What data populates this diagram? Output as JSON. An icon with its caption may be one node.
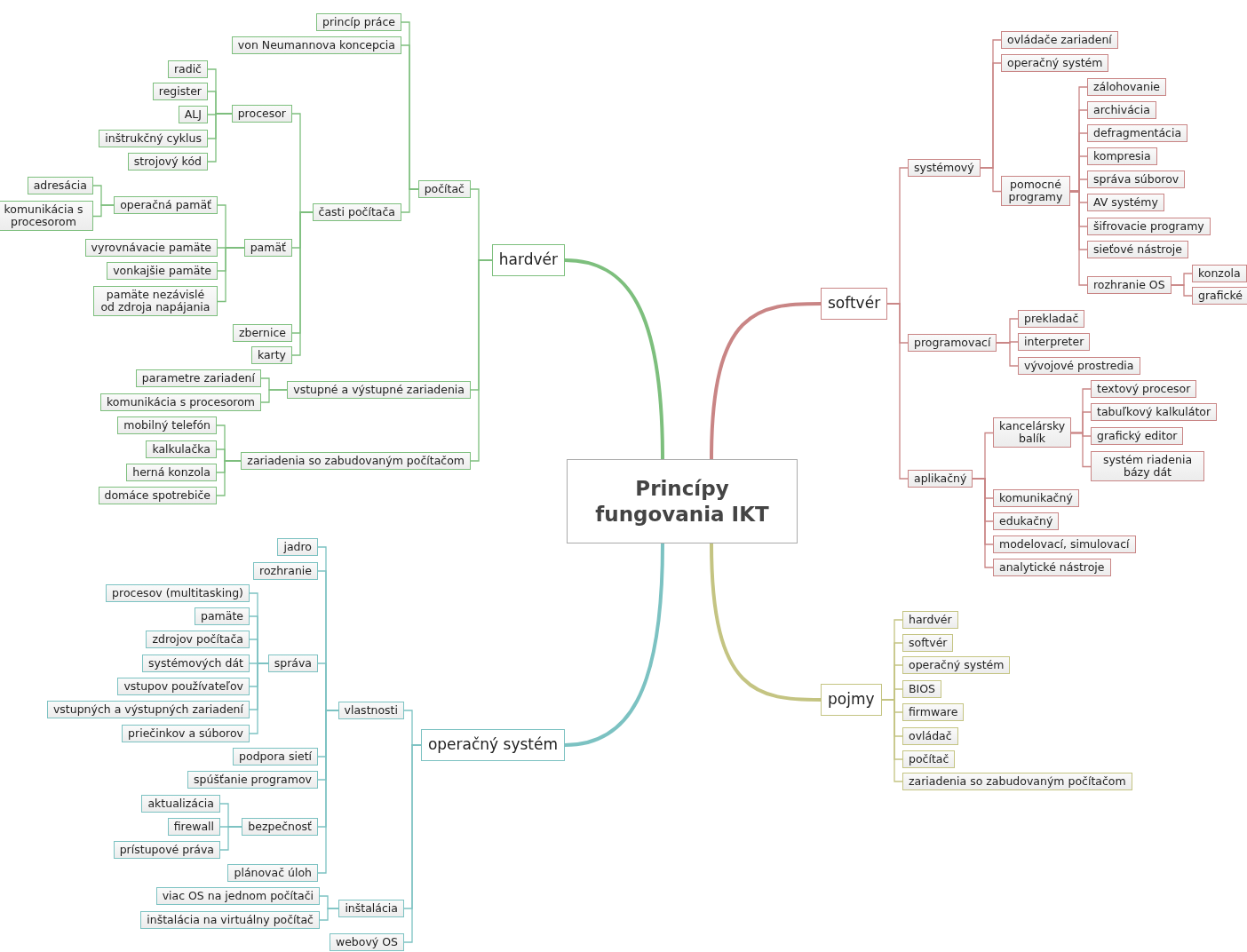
{
  "diagram": {
    "nodes": [
      {
        "text": [
          "Princípy fungovania IKT"
        ]
      },
      {
        "text": [
          "hardvér"
        ]
      },
      {
        "text": [
          "počítač"
        ]
      },
      {
        "text": [
          "princíp práce"
        ]
      },
      {
        "text": [
          "von Neumannova koncepcia"
        ]
      },
      {
        "text": [
          "časti počítača"
        ]
      },
      {
        "text": [
          "procesor"
        ]
      },
      {
        "text": [
          "radič"
        ]
      },
      {
        "text": [
          "register"
        ]
      },
      {
        "text": [
          "ALJ"
        ]
      },
      {
        "text": [
          "inštrukčný cyklus"
        ]
      },
      {
        "text": [
          "strojový kód"
        ]
      },
      {
        "text": [
          "pamäť"
        ]
      },
      {
        "text": [
          "operačná pamäť"
        ]
      },
      {
        "text": [
          "adresácia"
        ]
      },
      {
        "text": [
          "komunikácia s procesorom"
        ]
      },
      {
        "text": [
          "vyrovnávacie pamäte"
        ]
      },
      {
        "text": [
          "vonkajšie pamäte"
        ]
      },
      {
        "text": [
          "pamäte nezávislé od zdroja napájania"
        ]
      },
      {
        "text": [
          "zbernice"
        ]
      },
      {
        "text": [
          "karty"
        ]
      },
      {
        "text": [
          "vstupné a výstupné zariadenia"
        ]
      },
      {
        "text": [
          "parametre zariadení"
        ]
      },
      {
        "text": [
          "komunikácia s procesorom"
        ]
      },
      {
        "text": [
          "zariadenia so zabudovaným počítačom"
        ]
      },
      {
        "text": [
          "mobilný telefón"
        ]
      },
      {
        "text": [
          "kalkulačka"
        ]
      },
      {
        "text": [
          "herná konzola"
        ]
      },
      {
        "text": [
          "domáce spotrebiče"
        ]
      },
      {
        "text": [
          "softvér"
        ]
      },
      {
        "text": [
          "systémový"
        ]
      },
      {
        "text": [
          "ovládače zariadení"
        ]
      },
      {
        "text": [
          "operačný systém"
        ]
      },
      {
        "text": [
          "pomocné programy"
        ]
      },
      {
        "text": [
          "zálohovanie"
        ]
      },
      {
        "text": [
          "archivácia"
        ]
      },
      {
        "text": [
          "defragmentácia"
        ]
      },
      {
        "text": [
          "kompresia"
        ]
      },
      {
        "text": [
          "správa súborov"
        ]
      },
      {
        "text": [
          "AV systémy"
        ]
      },
      {
        "text": [
          "šifrovacie programy"
        ]
      },
      {
        "text": [
          "sieťové nástroje"
        ]
      },
      {
        "text": [
          "rozhranie OS"
        ]
      },
      {
        "text": [
          "konzola"
        ]
      },
      {
        "text": [
          "grafické"
        ]
      },
      {
        "text": [
          "programovací"
        ]
      },
      {
        "text": [
          "prekladač"
        ]
      },
      {
        "text": [
          "interpreter"
        ]
      },
      {
        "text": [
          "vývojové prostredia"
        ]
      },
      {
        "text": [
          "aplikačný"
        ]
      },
      {
        "text": [
          "kancelársky balík"
        ]
      },
      {
        "text": [
          "textový procesor"
        ]
      },
      {
        "text": [
          "tabuľkový kalkulátor"
        ]
      },
      {
        "text": [
          "grafický editor"
        ]
      },
      {
        "text": [
          "systém riadenia bázy dát"
        ]
      },
      {
        "text": [
          "komunikačný"
        ]
      },
      {
        "text": [
          "edukačný"
        ]
      },
      {
        "text": [
          "modelovací, simulovací"
        ]
      },
      {
        "text": [
          "analytické nástroje"
        ]
      },
      {
        "text": [
          "operačný systém"
        ]
      },
      {
        "text": [
          "vlastnosti"
        ]
      },
      {
        "text": [
          "jadro"
        ]
      },
      {
        "text": [
          "rozhranie"
        ]
      },
      {
        "text": [
          "správa"
        ]
      },
      {
        "text": [
          "procesov (multitasking)"
        ]
      },
      {
        "text": [
          "pamäte"
        ]
      },
      {
        "text": [
          "zdrojov počítača"
        ]
      },
      {
        "text": [
          "systémových dát"
        ]
      },
      {
        "text": [
          "vstupov používateľov"
        ]
      },
      {
        "text": [
          "vstupných a výstupných zariadení"
        ]
      },
      {
        "text": [
          "priečinkov a súborov"
        ]
      },
      {
        "text": [
          "podpora sietí"
        ]
      },
      {
        "text": [
          "spúšťanie programov"
        ]
      },
      {
        "text": [
          "bezpečnosť"
        ]
      },
      {
        "text": [
          "aktualizácia"
        ]
      },
      {
        "text": [
          "firewall"
        ]
      },
      {
        "text": [
          "prístupové práva"
        ]
      },
      {
        "text": [
          "plánovač úloh"
        ]
      },
      {
        "text": [
          "inštalácia"
        ]
      },
      {
        "text": [
          "viac OS na jednom počítači"
        ]
      },
      {
        "text": [
          "inštalácia na virtuálny počítač"
        ]
      },
      {
        "text": [
          "webový OS"
        ]
      },
      {
        "text": [
          "pojmy"
        ]
      },
      {
        "text": [
          "hardvér"
        ]
      },
      {
        "text": [
          "softvér"
        ]
      },
      {
        "text": [
          "operačný systém"
        ]
      },
      {
        "text": [
          "BIOS"
        ]
      },
      {
        "text": [
          "firmware"
        ]
      },
      {
        "text": [
          "ovládač"
        ]
      },
      {
        "text": [
          "počítač"
        ]
      },
      {
        "text": [
          "zariadenia so zabudovaným počítačom"
        ]
      }
    ],
    "edges": [
      {
        "from": 0,
        "to": 1,
        "arrow": "none",
        "style": "thick",
        "color": "#7dbf7d"
      },
      {
        "from": 0,
        "to": 29,
        "arrow": "none",
        "style": "thick"
      },
      {
        "from": 0,
        "to": 59,
        "arrow": "none",
        "style": "thick",
        "color": "#7cc2c2"
      },
      {
        "from": 0,
        "to": 82,
        "arrow": "none",
        "style": "thick",
        "color": "#c4c482"
      },
      {
        "from": 1,
        "to": 2,
        "arrow": "none",
        "color": "#7dbf7d"
      },
      {
        "from": 1,
        "to": 21,
        "arrow": "none",
        "color": "#7dbf7d"
      },
      {
        "from": 1,
        "to": 24,
        "arrow": "none",
        "color": "#7dbf7d"
      },
      {
        "from": 2,
        "to": 3,
        "arrow": "none",
        "color": "#7dbf7d"
      },
      {
        "from": 2,
        "to": 4,
        "arrow": "none",
        "color": "#7dbf7d"
      },
      {
        "from": 2,
        "to": 5,
        "arrow": "none",
        "color": "#7dbf7d"
      },
      {
        "from": 5,
        "to": 6,
        "arrow": "none",
        "color": "#7dbf7d"
      },
      {
        "from": 5,
        "to": 12,
        "arrow": "none",
        "color": "#7dbf7d"
      },
      {
        "from": 5,
        "to": 19,
        "arrow": "none",
        "color": "#7dbf7d"
      },
      {
        "from": 5,
        "to": 20,
        "arrow": "none",
        "color": "#7dbf7d"
      },
      {
        "from": 6,
        "to": 7,
        "arrow": "none",
        "color": "#7dbf7d"
      },
      {
        "from": 6,
        "to": 8,
        "arrow": "none",
        "color": "#7dbf7d"
      },
      {
        "from": 6,
        "to": 9,
        "arrow": "none",
        "color": "#7dbf7d"
      },
      {
        "from": 6,
        "to": 10,
        "arrow": "none",
        "color": "#7dbf7d"
      },
      {
        "from": 6,
        "to": 11,
        "arrow": "none",
        "color": "#7dbf7d"
      },
      {
        "from": 12,
        "to": 13,
        "arrow": "none",
        "color": "#7dbf7d"
      },
      {
        "from": 12,
        "to": 16,
        "arrow": "none",
        "color": "#7dbf7d"
      },
      {
        "from": 12,
        "to": 17,
        "arrow": "none",
        "color": "#7dbf7d"
      },
      {
        "from": 12,
        "to": 18,
        "arrow": "none",
        "color": "#7dbf7d"
      },
      {
        "from": 13,
        "to": 14,
        "arrow": "none",
        "color": "#7dbf7d"
      },
      {
        "from": 13,
        "to": 15,
        "arrow": "none",
        "color": "#7dbf7d"
      },
      {
        "from": 21,
        "to": 22,
        "arrow": "none",
        "color": "#7dbf7d"
      },
      {
        "from": 21,
        "to": 23,
        "arrow": "none",
        "color": "#7dbf7d"
      },
      {
        "from": 24,
        "to": 25,
        "arrow": "none",
        "color": "#7dbf7d"
      },
      {
        "from": 24,
        "to": 26,
        "arrow": "none",
        "color": "#7dbf7d"
      },
      {
        "from": 24,
        "to": 27,
        "arrow": "none",
        "color": "#7dbf7d"
      },
      {
        "from": 24,
        "to": 28,
        "arrow": "none",
        "color": "#7dbf7d"
      },
      {
        "from": 29,
        "to": 30,
        "arrow": "none"
      },
      {
        "from": 29,
        "to": 45,
        "arrow": "none"
      },
      {
        "from": 29,
        "to": 49,
        "arrow": "none"
      },
      {
        "from": 30,
        "to": 31,
        "arrow": "none"
      },
      {
        "from": 30,
        "to": 32,
        "arrow": "none"
      },
      {
        "from": 30,
        "to": 33,
        "arrow": "none"
      },
      {
        "from": 33,
        "to": 34,
        "arrow": "none"
      },
      {
        "from": 33,
        "to": 35,
        "arrow": "none"
      },
      {
        "from": 33,
        "to": 36,
        "arrow": "none"
      },
      {
        "from": 33,
        "to": 37,
        "arrow": "none"
      },
      {
        "from": 33,
        "to": 38,
        "arrow": "none"
      },
      {
        "from": 33,
        "to": 39,
        "arrow": "none"
      },
      {
        "from": 33,
        "to": 40,
        "arrow": "none"
      },
      {
        "from": 33,
        "to": 41,
        "arrow": "none"
      },
      {
        "from": 33,
        "to": 42,
        "arrow": "none"
      },
      {
        "from": 42,
        "to": 43,
        "arrow": "none"
      },
      {
        "from": 42,
        "to": 44,
        "arrow": "none"
      },
      {
        "from": 45,
        "to": 46,
        "arrow": "none"
      },
      {
        "from": 45,
        "to": 47,
        "arrow": "none"
      },
      {
        "from": 45,
        "to": 48,
        "arrow": "none"
      },
      {
        "from": 49,
        "to": 50,
        "arrow": "none"
      },
      {
        "from": 49,
        "to": 55,
        "arrow": "none"
      },
      {
        "from": 49,
        "to": 56,
        "arrow": "none"
      },
      {
        "from": 49,
        "to": 57,
        "arrow": "none"
      },
      {
        "from": 49,
        "to": 58,
        "arrow": "none"
      },
      {
        "from": 50,
        "to": 51,
        "arrow": "none"
      },
      {
        "from": 50,
        "to": 52,
        "arrow": "none"
      },
      {
        "from": 50,
        "to": 53,
        "arrow": "none"
      },
      {
        "from": 50,
        "to": 54,
        "arrow": "none"
      },
      {
        "from": 59,
        "to": 60,
        "arrow": "none",
        "color": "#7cc2c2"
      },
      {
        "from": 59,
        "to": 78,
        "arrow": "none",
        "color": "#7cc2c2"
      },
      {
        "from": 59,
        "to": 81,
        "arrow": "none",
        "color": "#7cc2c2"
      },
      {
        "from": 60,
        "to": 61,
        "arrow": "none",
        "color": "#7cc2c2"
      },
      {
        "from": 60,
        "to": 62,
        "arrow": "none",
        "color": "#7cc2c2"
      },
      {
        "from": 60,
        "to": 63,
        "arrow": "none",
        "color": "#7cc2c2"
      },
      {
        "from": 60,
        "to": 71,
        "arrow": "none",
        "color": "#7cc2c2"
      },
      {
        "from": 60,
        "to": 72,
        "arrow": "none",
        "color": "#7cc2c2"
      },
      {
        "from": 60,
        "to": 73,
        "arrow": "none",
        "color": "#7cc2c2"
      },
      {
        "from": 60,
        "to": 77,
        "arrow": "none",
        "color": "#7cc2c2"
      },
      {
        "from": 63,
        "to": 64,
        "arrow": "none",
        "color": "#7cc2c2"
      },
      {
        "from": 63,
        "to": 65,
        "arrow": "none",
        "color": "#7cc2c2"
      },
      {
        "from": 63,
        "to": 66,
        "arrow": "none",
        "color": "#7cc2c2"
      },
      {
        "from": 63,
        "to": 67,
        "arrow": "none",
        "color": "#7cc2c2"
      },
      {
        "from": 63,
        "to": 68,
        "arrow": "none",
        "color": "#7cc2c2"
      },
      {
        "from": 63,
        "to": 69,
        "arrow": "none",
        "color": "#7cc2c2"
      },
      {
        "from": 63,
        "to": 70,
        "arrow": "none",
        "color": "#7cc2c2"
      },
      {
        "from": 73,
        "to": 74,
        "arrow": "none",
        "color": "#7cc2c2"
      },
      {
        "from": 73,
        "to": 75,
        "arrow": "none",
        "color": "#7cc2c2"
      },
      {
        "from": 73,
        "to": 76,
        "arrow": "none",
        "color": "#7cc2c2"
      },
      {
        "from": 78,
        "to": 79,
        "arrow": "none",
        "color": "#7cc2c2"
      },
      {
        "from": 78,
        "to": 80,
        "arrow": "none",
        "color": "#7cc2c2"
      },
      {
        "from": 82,
        "to": 83,
        "arrow": "none",
        "color": "#c4c482"
      },
      {
        "from": 82,
        "to": 84,
        "arrow": "none",
        "color": "#c4c482"
      },
      {
        "from": 82,
        "to": 85,
        "arrow": "none",
        "color": "#c4c482"
      },
      {
        "from": 82,
        "to": 86,
        "arrow": "none",
        "color": "#c4c482"
      },
      {
        "from": 82,
        "to": 87,
        "arrow": "none",
        "color": "#c4c482"
      },
      {
        "from": 82,
        "to": 88,
        "arrow": "none",
        "color": "#c4c482"
      },
      {
        "from": 82,
        "to": 89,
        "arrow": "none",
        "color": "#c4c482"
      },
      {
        "from": 82,
        "to": 90,
        "arrow": "none",
        "color": "#c4c482"
      }
    ]
  }
}
